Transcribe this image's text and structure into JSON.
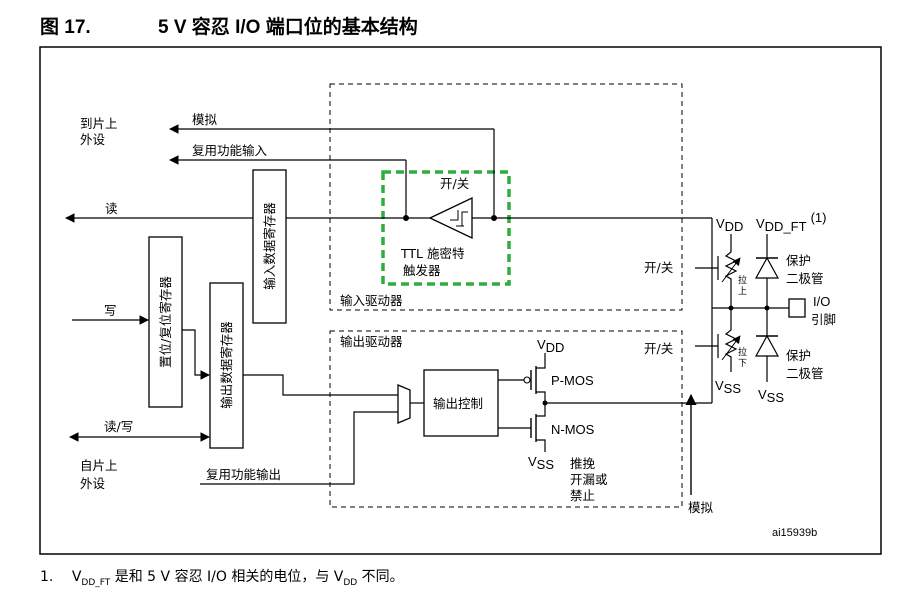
{
  "figure": {
    "label": "图 17.",
    "title": "5 V 容忍 I/O 端口位的基本结构"
  },
  "labels": {
    "to_onchip": [
      "到片上",
      "外设"
    ],
    "from_onchip": [
      "自片上",
      "外设"
    ],
    "analog_top": "模拟",
    "alt_func_input": "复用功能输入",
    "read": "读",
    "write": "写",
    "read_write": "读/写",
    "alt_func_output": "复用功能输出",
    "input_data_reg": "输入数据寄存器",
    "set_reset_reg": "置位/复位寄存器",
    "output_data_reg": "输出数据寄存器",
    "on_off_schmitt": "开/关",
    "schmitt_label": [
      "TTL 施密特",
      "触发器"
    ],
    "input_driver": "输入驱动器",
    "output_driver": "输出驱动器",
    "output_control": "输出控制",
    "pmos": "P-MOS",
    "nmos": "N-MOS",
    "vdd": "V",
    "vdd_sub": "DD",
    "vss": "V",
    "vss_sub": "SS",
    "vdd_ft": "V",
    "vdd_ft_sub": "DD_FT",
    "vdd_ft_note": "(1)",
    "push_pull": [
      "推挽",
      "开漏或",
      "禁止"
    ],
    "on_off_pullup": "开/关",
    "on_off_pulldown": "开/关",
    "pull_up": [
      "拉",
      "上"
    ],
    "pull_down": [
      "拉",
      "下"
    ],
    "protect_diode": [
      "保护",
      "二极管"
    ],
    "io_pin": [
      "I/O",
      "引脚"
    ],
    "analog_bottom": "模拟",
    "ref_id": "ai15939b"
  },
  "footnote": {
    "number": "1.",
    "text_prefix": "V",
    "text_prefix_sub": "DD_FT",
    "text_mid": " 是和 5 V 容忍 I/O 相关的电位，与 V",
    "text_mid_sub": "DD",
    "text_suffix": " 不同。"
  }
}
